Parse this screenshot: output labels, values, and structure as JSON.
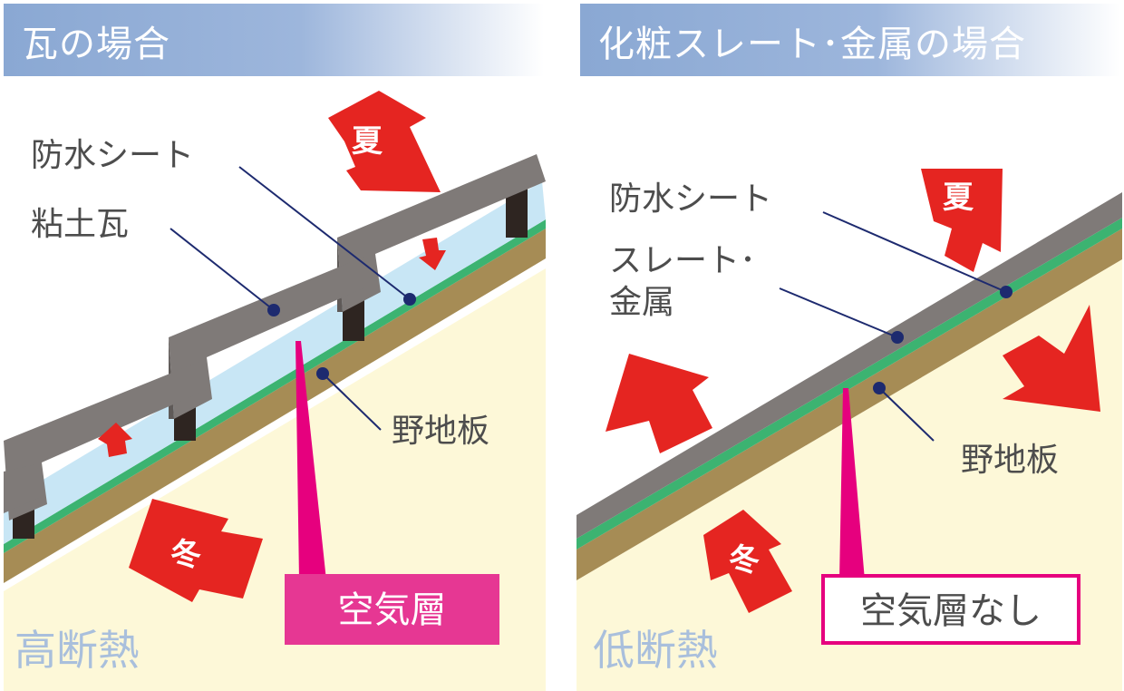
{
  "left": {
    "title": "瓦の場合",
    "label_waterproof": "防水シート",
    "label_tile": "粘土瓦",
    "label_board": "野地板",
    "label_air": "空気層",
    "label_summer": "夏",
    "label_winter": "冬",
    "label_result": "高断熱"
  },
  "right": {
    "title": "化粧スレート･金属の場合",
    "label_waterproof": "防水シート",
    "label_slate_1": "スレート･",
    "label_slate_2": "金属",
    "label_board": "野地板",
    "label_no_air": "空気層なし",
    "label_summer": "夏",
    "label_winter": "冬",
    "label_result": "低断熱"
  },
  "colors": {
    "header": "#8aa8d3",
    "background": "#fdf8d8",
    "roof_tile": "#7f7a78",
    "board": "#a68c55",
    "sheet": "#3cb371",
    "air": "#c8e6f5",
    "arrow": "#e52521",
    "air_label": "#e63793",
    "dot": "#1d2a6f"
  }
}
